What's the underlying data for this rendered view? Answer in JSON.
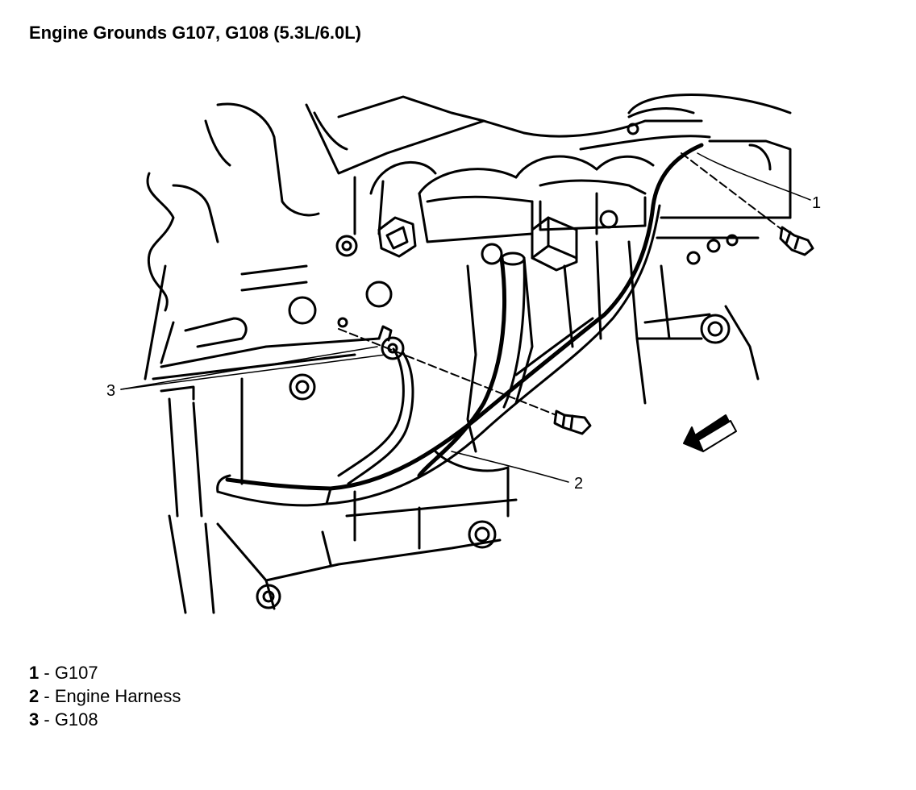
{
  "title": "Engine Grounds G107, G108 (5.3L/6.0L)",
  "callouts": [
    {
      "num": "1"
    },
    {
      "num": "2"
    },
    {
      "num": "3"
    }
  ],
  "legend": [
    {
      "num": "1",
      "sep": " - ",
      "label": "G107"
    },
    {
      "num": "2",
      "sep": " - ",
      "label": "Engine Harness"
    },
    {
      "num": "3",
      "sep": " - ",
      "label": "G108"
    }
  ]
}
